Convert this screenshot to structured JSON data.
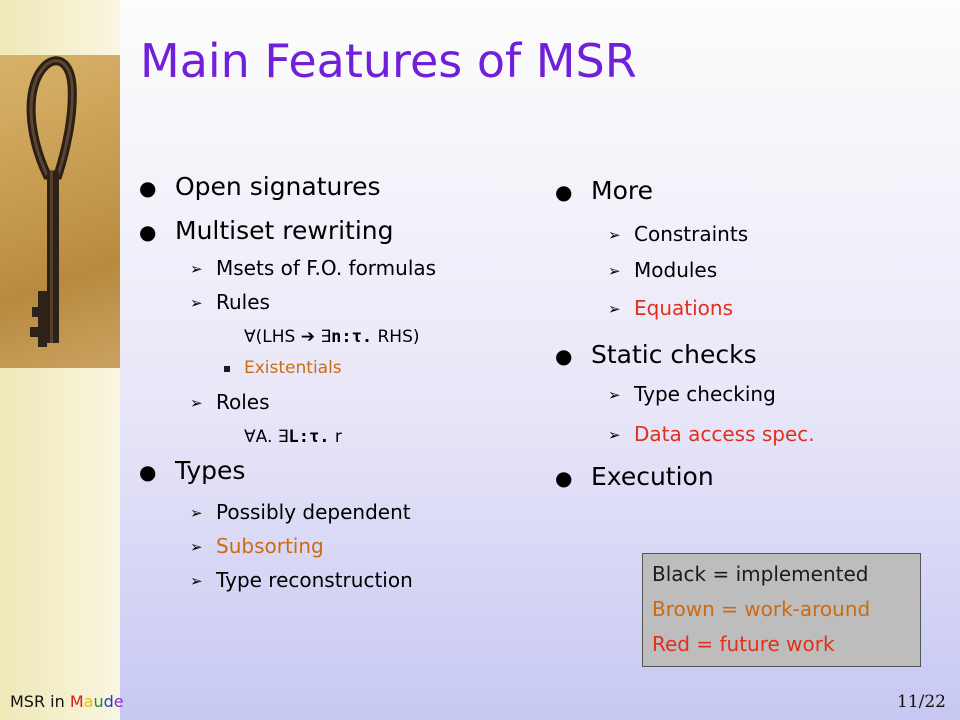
{
  "title": "Main Features of MSR",
  "colors": {
    "title": "#7020d8",
    "text": "#1b1b1b",
    "brown": "#cc6a12",
    "red": "#e02f1c",
    "legend_bg": "#bdbdbd"
  },
  "left_column": {
    "open_signatures": "Open signatures",
    "multiset_rewriting": "Multiset rewriting",
    "msets": "Msets of F.O. formulas",
    "rules": "Rules",
    "rule_formula_pre": "∀(LHS",
    "rule_formula_arrow": "",
    "rule_formula_exists": "∃",
    "rule_formula_var": "n:τ.",
    "rule_formula_post": "RHS)",
    "existentials": "Existentials",
    "roles": "Roles",
    "roles_formula_pre": "∀A. ∃",
    "roles_formula_var": "L:τ.",
    "roles_formula_post": "r",
    "types": "Types",
    "possibly_dependent": "Possibly dependent",
    "subsorting": "Subsorting",
    "type_reconstruction": "Type reconstruction"
  },
  "right_column": {
    "more": "More",
    "constraints": "Constraints",
    "modules": "Modules",
    "equations": "Equations",
    "static_checks": "Static checks",
    "type_checking": "Type checking",
    "data_access": "Data access spec.",
    "execution": "Execution"
  },
  "legend": {
    "black": "Black = implemented",
    "brown": "Brown = work-around",
    "red": "Red = future work"
  },
  "footer": {
    "left_prefix": "MSR in ",
    "maude_letters": [
      {
        "ch": "M",
        "color": "#d81b1b"
      },
      {
        "ch": "a",
        "color": "#e6c000"
      },
      {
        "ch": "u",
        "color": "#2a8a2a"
      },
      {
        "ch": "d",
        "color": "#1f3fd0"
      },
      {
        "ch": "e",
        "color": "#8a2ad0"
      }
    ],
    "page": "11/22"
  },
  "icons": {
    "bullet": "round-bullet-icon",
    "arrow": "arrowhead-bullet-icon",
    "square": "square-bullet-icon",
    "photo": "antique-key-image"
  }
}
